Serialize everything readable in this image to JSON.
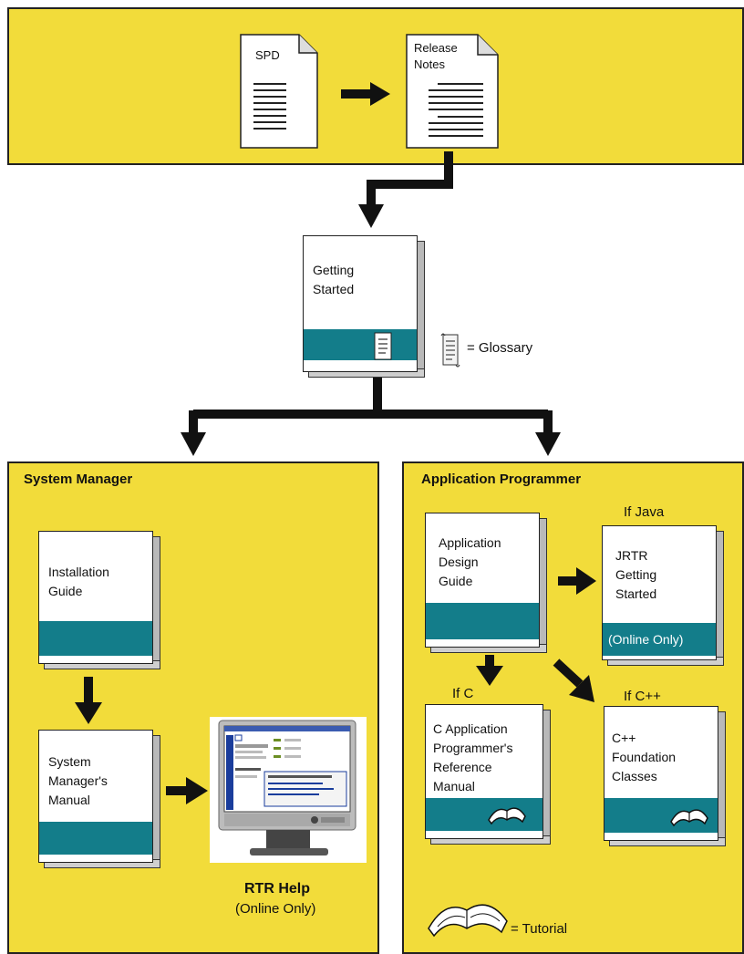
{
  "top": {
    "spd_label": "SPD",
    "release_notes_label": "Release Notes"
  },
  "getting_started": {
    "title": "Getting\nStarted"
  },
  "glossary_legend": "= Glossary",
  "system_manager": {
    "heading": "System Manager",
    "installation_guide": "Installation\nGuide",
    "system_managers_manual": "System\nManager's\nManual",
    "rtr_help_title": "RTR Help",
    "rtr_help_note": "(Online Only)"
  },
  "application_programmer": {
    "heading": "Application Programmer",
    "application_design_guide": "Application\nDesign\nGuide",
    "if_java": "If Java",
    "jrtr_getting_started": "JRTR\nGetting\nStarted",
    "jrtr_online_only": "(Online Only)",
    "if_c": "If C",
    "c_reference": "C Application\nProgrammer's\nReference\nManual",
    "if_cpp": "If C++",
    "cpp_foundation": "C++\nFoundation\nClasses",
    "tutorial_legend": "= Tutorial"
  },
  "colors": {
    "panel_yellow": "#f2dc3a",
    "book_band_teal": "#137d8a"
  }
}
